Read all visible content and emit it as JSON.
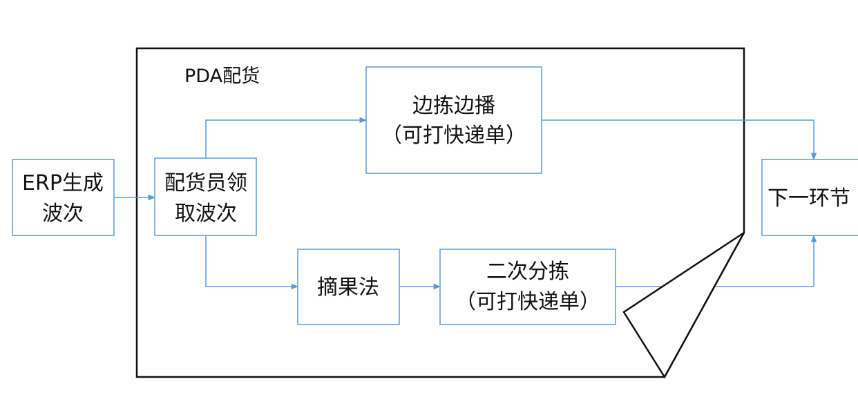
{
  "frame": {
    "label": "PDA配货"
  },
  "nodes": {
    "erp": {
      "line1": "ERP生成",
      "line2": "波次"
    },
    "picker": {
      "line1": "配货员领",
      "line2": "取波次"
    },
    "pick_and_sow": {
      "line1": "边拣边播",
      "line2": "（可打快递单）"
    },
    "pick_method": {
      "line1": "摘果法"
    },
    "second_sort": {
      "line1": "二次分拣",
      "line2": "（可打快递单）"
    },
    "next_step": {
      "line1": "下一环节"
    }
  },
  "colors": {
    "connector": "#5b9bd5",
    "frame": "#111111",
    "text": "#111111"
  }
}
